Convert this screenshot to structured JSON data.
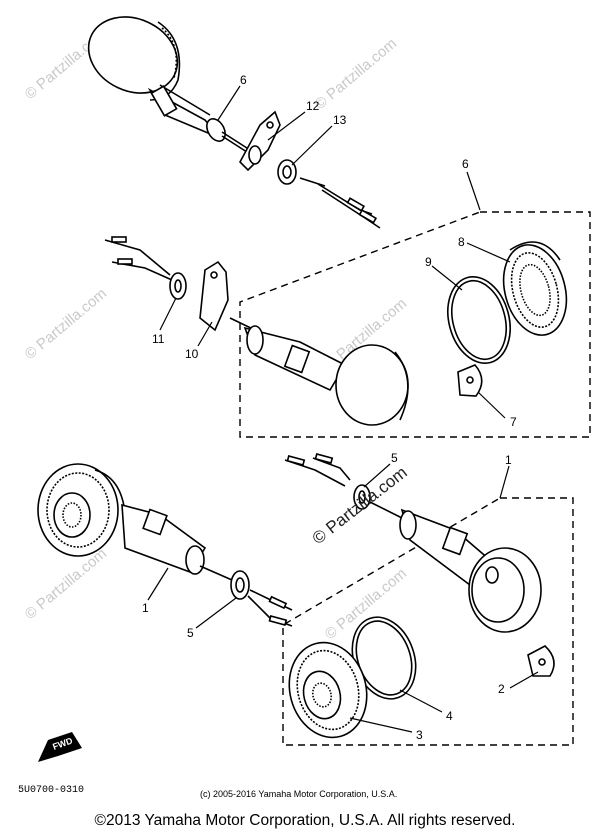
{
  "diagram": {
    "callouts": [
      {
        "id": "c6a",
        "label": "6"
      },
      {
        "id": "c12",
        "label": "12"
      },
      {
        "id": "c13",
        "label": "13"
      },
      {
        "id": "c6b",
        "label": "6"
      },
      {
        "id": "c8",
        "label": "8"
      },
      {
        "id": "c9",
        "label": "9"
      },
      {
        "id": "c11",
        "label": "11"
      },
      {
        "id": "c10",
        "label": "10"
      },
      {
        "id": "c7",
        "label": "7"
      },
      {
        "id": "c5a",
        "label": "5"
      },
      {
        "id": "c1a",
        "label": "1"
      },
      {
        "id": "c1b",
        "label": "1"
      },
      {
        "id": "c5b",
        "label": "5"
      },
      {
        "id": "c2",
        "label": "2"
      },
      {
        "id": "c4",
        "label": "4"
      },
      {
        "id": "c3",
        "label": "3"
      }
    ],
    "part_code": "5U0700-0310",
    "fwd_label": "FWD",
    "small_copyright": "(c) 2005-2016 Yamaha Motor Corporation, U.S.A.",
    "center_watermark": "© Partzilla.com",
    "bg_watermark": "© Partzilla.com"
  },
  "footer": {
    "copyright": "©2013 Yamaha Motor Corporation, U.S.A. All rights reserved."
  }
}
